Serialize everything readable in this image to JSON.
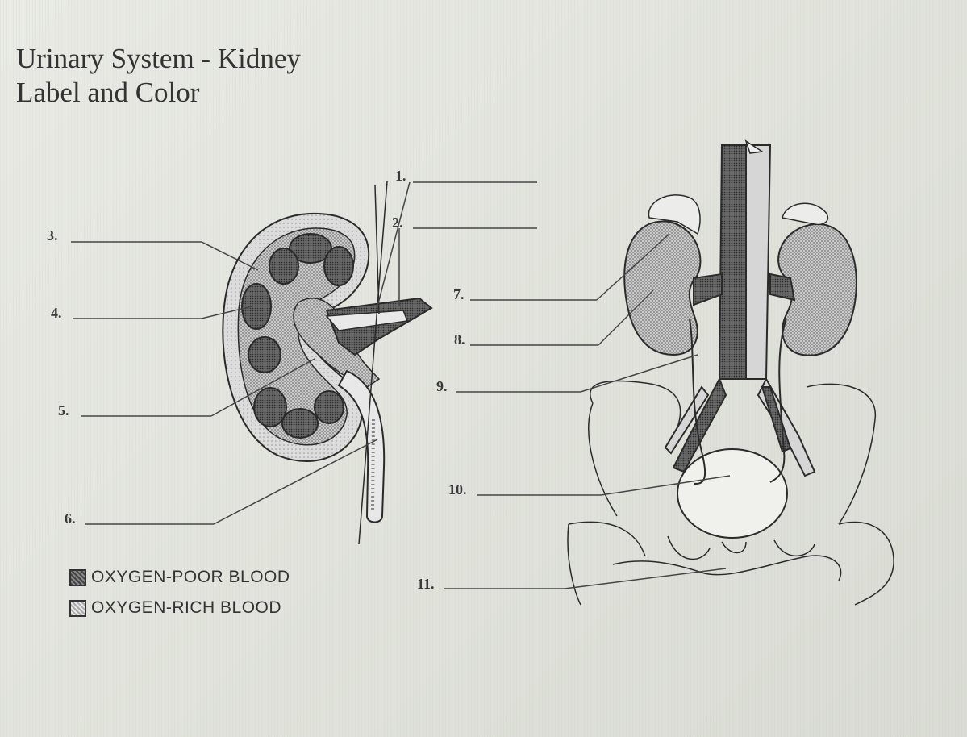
{
  "title": {
    "line1": "Urinary System - Kidney",
    "line2": "Label and Color"
  },
  "labels": [
    {
      "num": "1."
    },
    {
      "num": "2."
    },
    {
      "num": "3."
    },
    {
      "num": "4."
    },
    {
      "num": "5."
    },
    {
      "num": "6."
    },
    {
      "num": "7."
    },
    {
      "num": "8."
    },
    {
      "num": "9."
    },
    {
      "num": "10."
    },
    {
      "num": "11."
    }
  ],
  "legend": {
    "poor": "OXYGEN-POOR BLOOD",
    "rich": "OXYGEN-RICH BLOOD"
  },
  "colors": {
    "ink": "#2a2a2a",
    "oxygen_poor": "#555555",
    "oxygen_rich": "#bdbdbd",
    "paper": "#e6e7e1"
  }
}
